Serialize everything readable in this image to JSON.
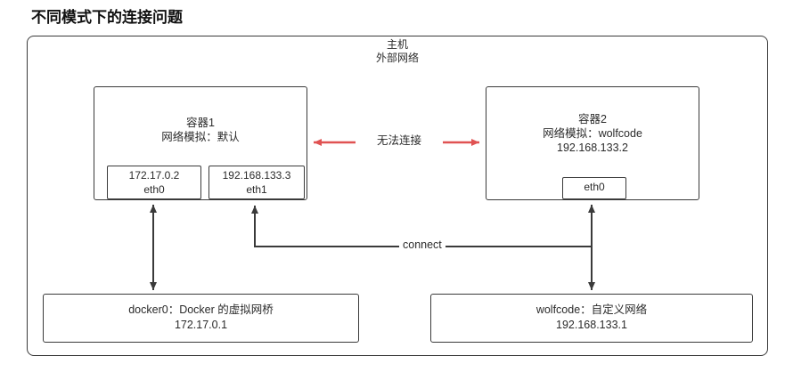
{
  "title": "不同模式下的连接问题",
  "host": {
    "line1": "主机",
    "line2": "外部网络"
  },
  "container1": {
    "name": "容器1",
    "mode": "网络模拟：默认",
    "interfaces": [
      {
        "ip": "172.17.0.2",
        "name": "eth0"
      },
      {
        "ip": "192.168.133.3",
        "name": "eth1"
      }
    ]
  },
  "container2": {
    "name": "容器2",
    "mode": "网络模拟：wolfcode",
    "ip": "192.168.133.2",
    "interfaces": [
      {
        "name": "eth0"
      }
    ]
  },
  "labels": {
    "cannot_connect": "无法连接",
    "connect": "connect"
  },
  "networks": {
    "docker0": {
      "name": "docker0：Docker 的虚拟网桥",
      "ip": "172.17.0.1"
    },
    "wolfcode": {
      "name": "wolfcode：自定义网络",
      "ip": "192.168.133.1"
    }
  },
  "colors": {
    "stroke": "#3a3a3a",
    "error_arrow": "#e05252"
  }
}
